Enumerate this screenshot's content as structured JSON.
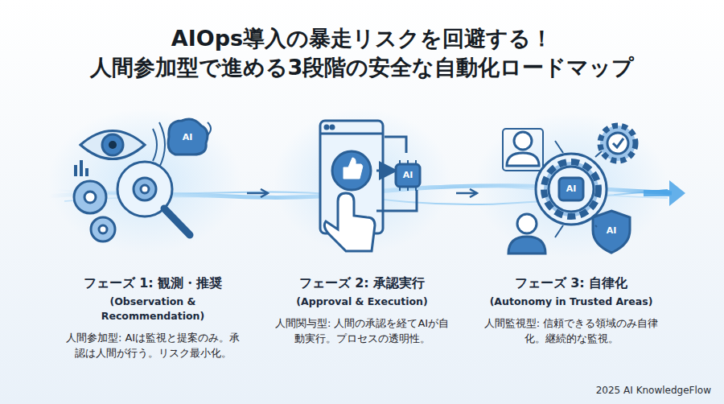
{
  "diagram": {
    "title": "AIOps導入の暴走リスクを回避する！ 人間参加型で進める3段階の安全な自動化ロードマップ",
    "nodes": [
      {
        "text": [
          "フェーズ 1: 観測・推奨",
          "(Observation & Recommendation)",
          "人間参加型: AIは監視と提案のみ。承認は人間が行う。リスク最小化。"
        ]
      },
      {
        "text": [
          "フェーズ 2: 承認実行",
          "(Approval & Execution)",
          "人間関与型: 人間の承認を経てAIが自動実行。プロセスの透明性。"
        ]
      },
      {
        "text": [
          "フェーズ 3: 自律化",
          "(Autonomy in Trusted Areas)",
          "人間監視型: 信頼できる領域のみ自律化。継続的な監視。"
        ]
      }
    ],
    "edges": [
      {
        "from": 0,
        "to": 1,
        "arrow": "to"
      },
      {
        "from": 1,
        "to": 2,
        "arrow": "to"
      }
    ],
    "labels": [
      "AI",
      "AI",
      "AI",
      "AI",
      "2025 AI KnowledgeFlow"
    ]
  }
}
